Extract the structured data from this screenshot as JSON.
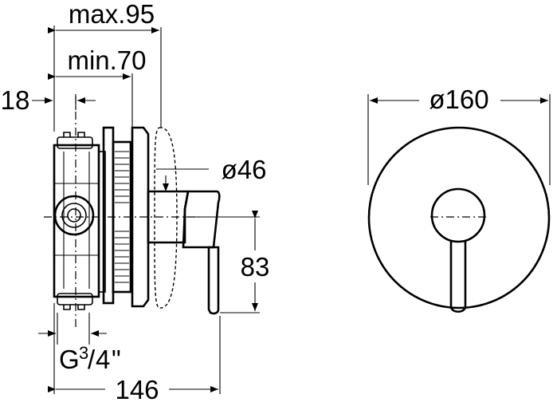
{
  "dimensions": {
    "max_depth": "max.95",
    "min_depth": "min.70",
    "offset": "18",
    "cover_diameter": "ø46",
    "lever_height": "83",
    "thread_main": "G",
    "thread_frac_num": "3",
    "thread_frac_den": "4",
    "thread_unit": "\"",
    "total_length": "146",
    "plate_diameter": "ø160"
  }
}
